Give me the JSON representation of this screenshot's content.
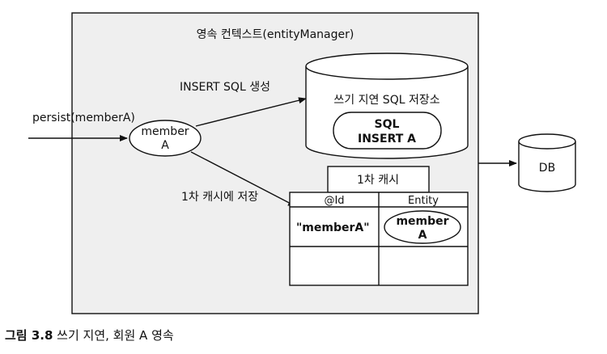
{
  "context": {
    "title": "영속 컨텍스트(entityManager)"
  },
  "persist_call": "persist(memberA)",
  "member_entity": {
    "line1": "member",
    "line2": "A"
  },
  "edges": {
    "to_sql_store": "INSERT SQL 생성",
    "to_cache": "1차 캐시에 저장"
  },
  "sql_store": {
    "title": "쓰기 지연 SQL 저장소",
    "item_line1": "SQL",
    "item_line2": "INSERT A"
  },
  "cache": {
    "title": "1차 캐시",
    "columns": [
      "@Id",
      "Entity"
    ],
    "rows": [
      {
        "id": "\"memberA\"",
        "entity_line1": "member",
        "entity_line2": "A"
      }
    ]
  },
  "db": {
    "label": "DB"
  },
  "caption": {
    "prefix": "그림 3.8",
    "text": " 쓰기 지연, 회원 A 영속"
  },
  "colors": {
    "context_bg": "#efefef",
    "stroke": "#111111",
    "shape_fill": "#ffffff"
  }
}
